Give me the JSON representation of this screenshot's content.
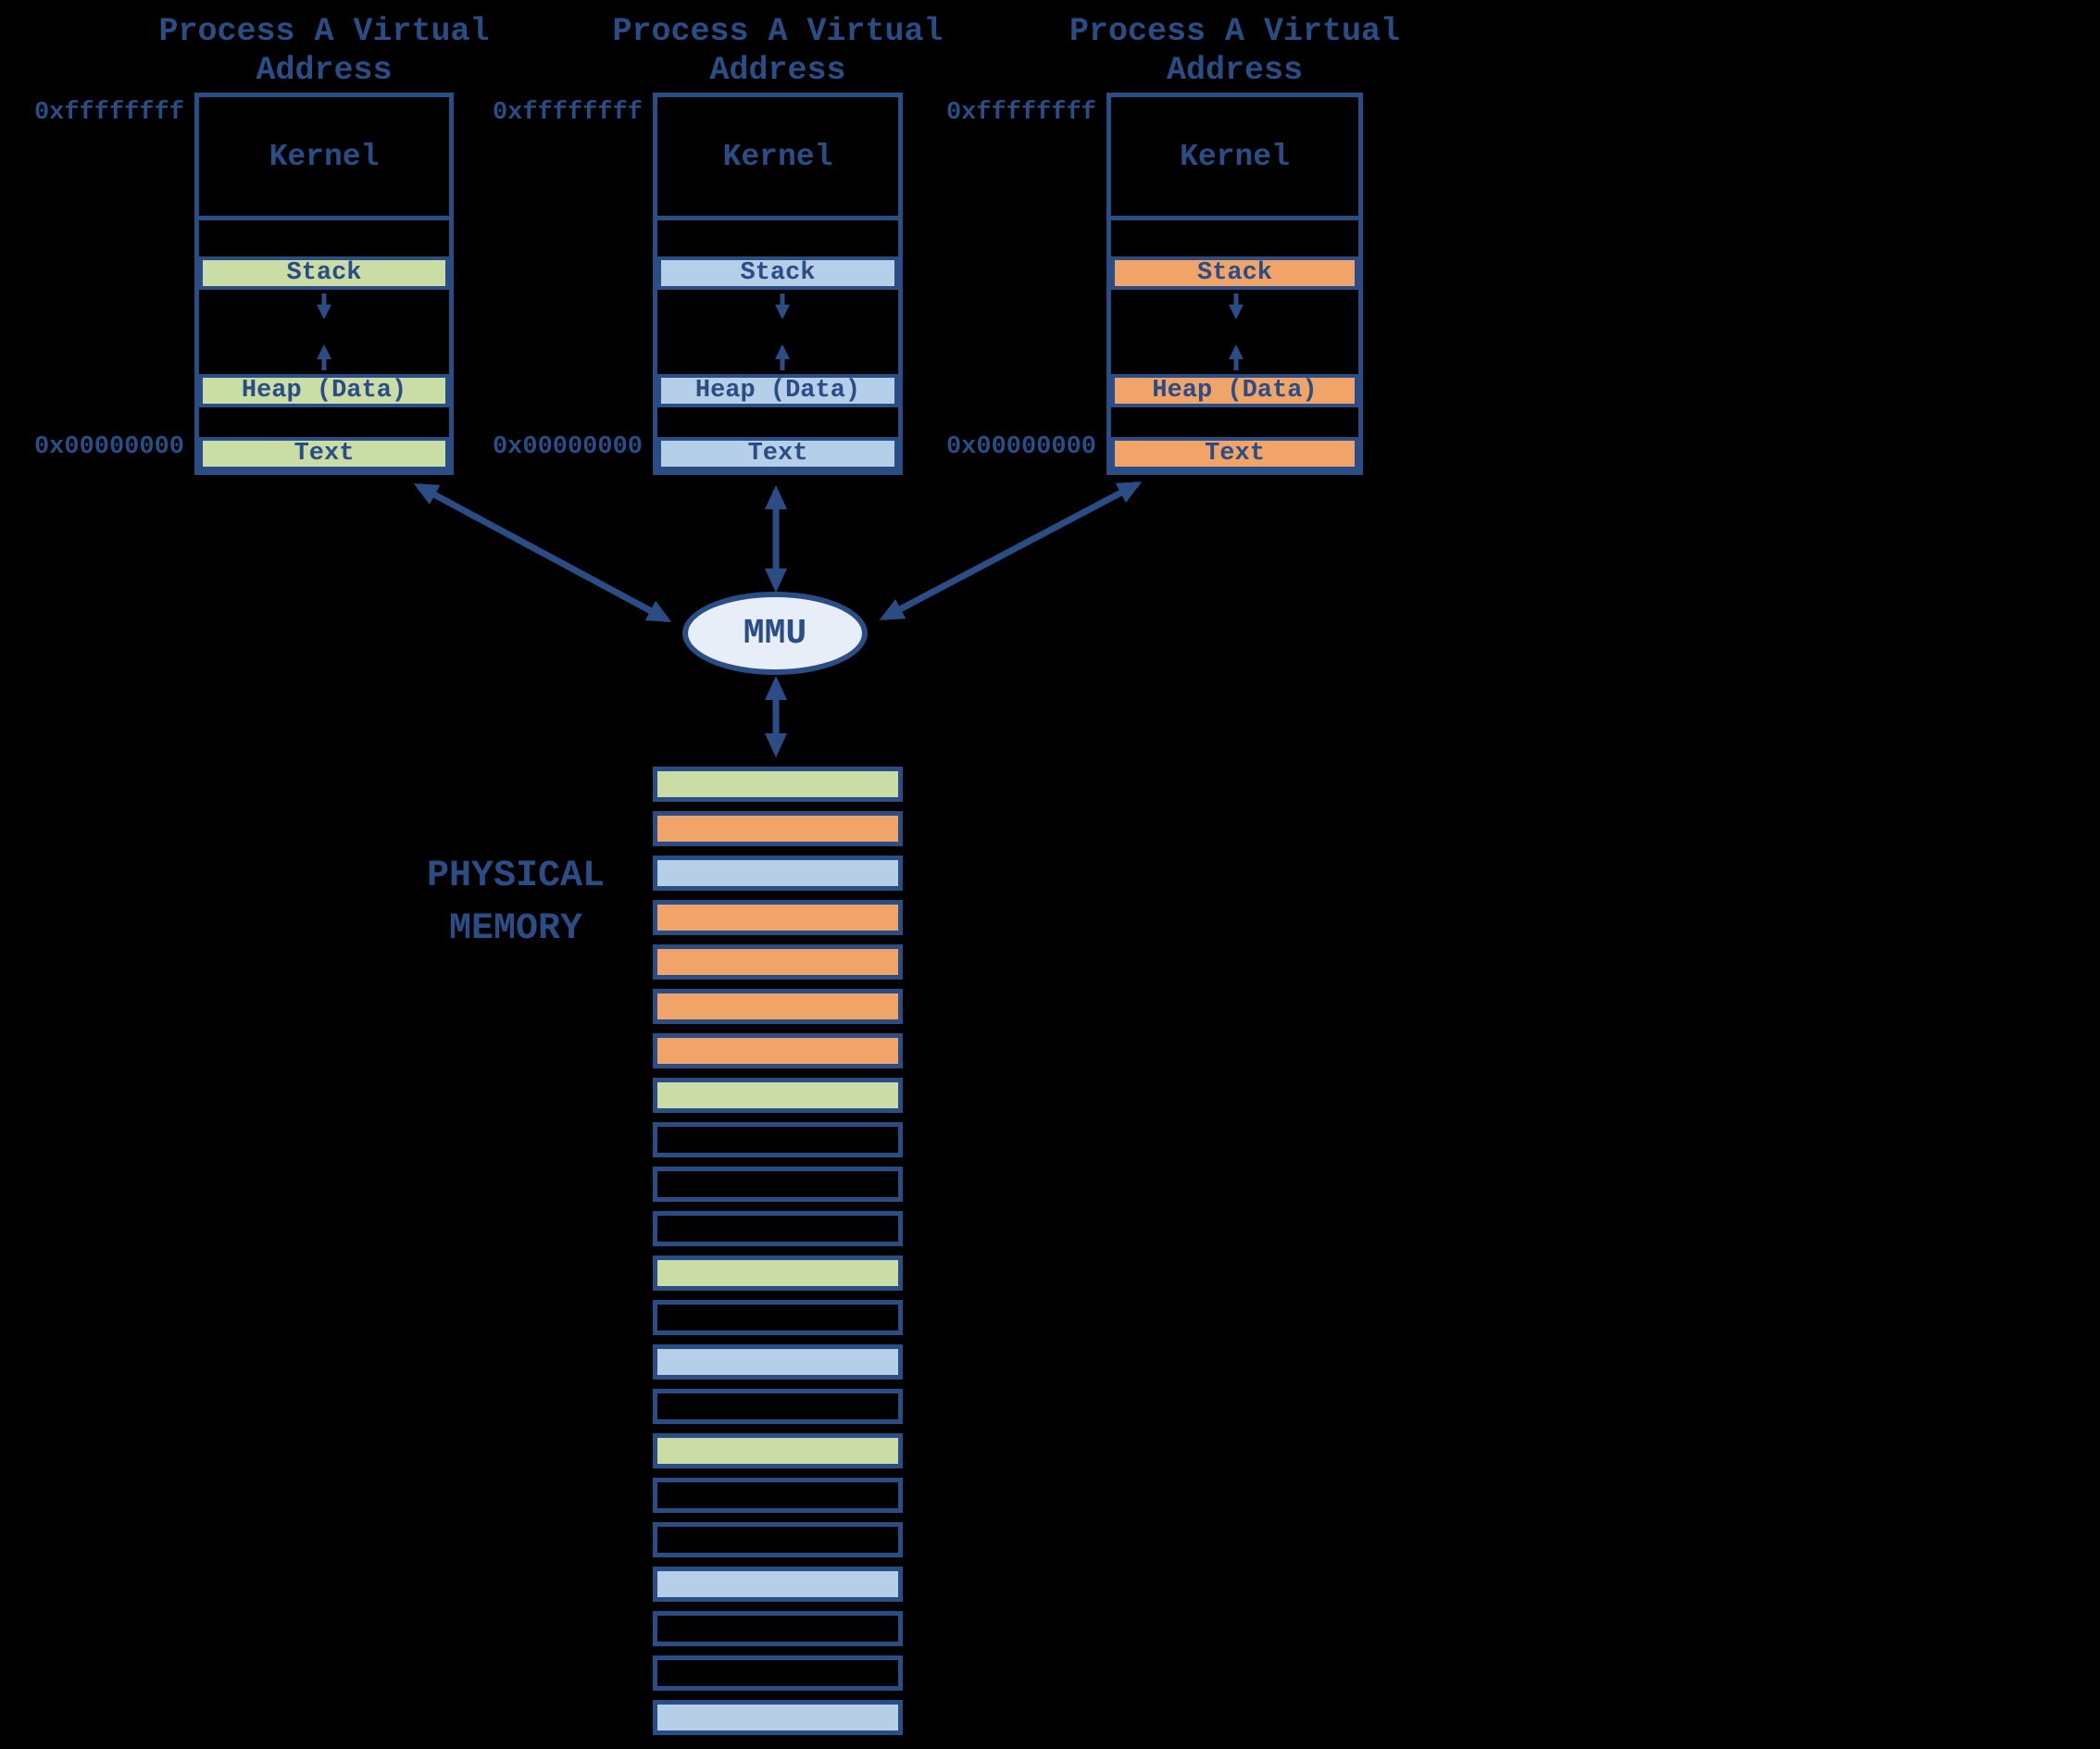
{
  "colors": {
    "navy": "#2b4d85",
    "green": "#c9dda4",
    "blue": "#b5cfe9",
    "orange": "#f0a468",
    "mmu_fill": "#e8eef8",
    "background": "#000000"
  },
  "processes": [
    {
      "title_line1": "Process A Virtual",
      "title_line2": "Address",
      "top_address": "0xffffffff",
      "bottom_address": "0x00000000",
      "kernel_label": "Kernel",
      "stack_label": "Stack",
      "heap_label": "Heap (Data)",
      "text_label": "Text",
      "color": "green"
    },
    {
      "title_line1": "Process A Virtual",
      "title_line2": "Address",
      "top_address": "0xffffffff",
      "bottom_address": "0x00000000",
      "kernel_label": "Kernel",
      "stack_label": "Stack",
      "heap_label": "Heap (Data)",
      "text_label": "Text",
      "color": "blue"
    },
    {
      "title_line1": "Process A Virtual",
      "title_line2": "Address",
      "top_address": "0xffffffff",
      "bottom_address": "0x00000000",
      "kernel_label": "Kernel",
      "stack_label": "Stack",
      "heap_label": "Heap (Data)",
      "text_label": "Text",
      "color": "orange"
    }
  ],
  "mmu": {
    "label": "MMU"
  },
  "physical_memory": {
    "label_line1": "PHYSICAL",
    "label_line2": "MEMORY",
    "rows": [
      "green",
      "orange",
      "blue",
      "orange",
      "orange",
      "orange",
      "orange",
      "green",
      "empty",
      "empty",
      "empty",
      "green",
      "empty",
      "blue",
      "empty",
      "green",
      "empty",
      "empty",
      "blue",
      "empty",
      "empty",
      "blue"
    ]
  }
}
